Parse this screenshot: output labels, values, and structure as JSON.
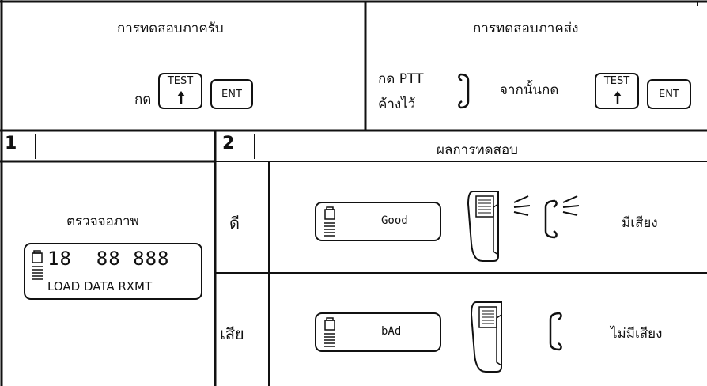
{
  "receive_test": {
    "title": "การทดสอบภาครับ",
    "press": "กด",
    "test_key": "TEST",
    "ent_key": "ENT"
  },
  "transmit_test": {
    "title": "การทดสอบภาคส่ง",
    "press_ptt_line1": "กด PTT",
    "press_ptt_line2": "ค้างไว้",
    "then_press": "จากนั้นกด",
    "test_key": "TEST",
    "ent_key": "ENT"
  },
  "step1": {
    "number": "1",
    "check_display": "ตรวจจอภาพ",
    "display_digits": "18  88 888",
    "display_labels": "LOAD DATA RXMT"
  },
  "step2": {
    "number": "2",
    "result_header": "ผลการทดสอบ"
  },
  "good_row": {
    "label": "ดี",
    "display_text": "Good",
    "outcome": "มีเสียง"
  },
  "bad_row": {
    "label": "เสีย",
    "display_text": "bAd",
    "outcome": "ไม่มีเสียง"
  }
}
